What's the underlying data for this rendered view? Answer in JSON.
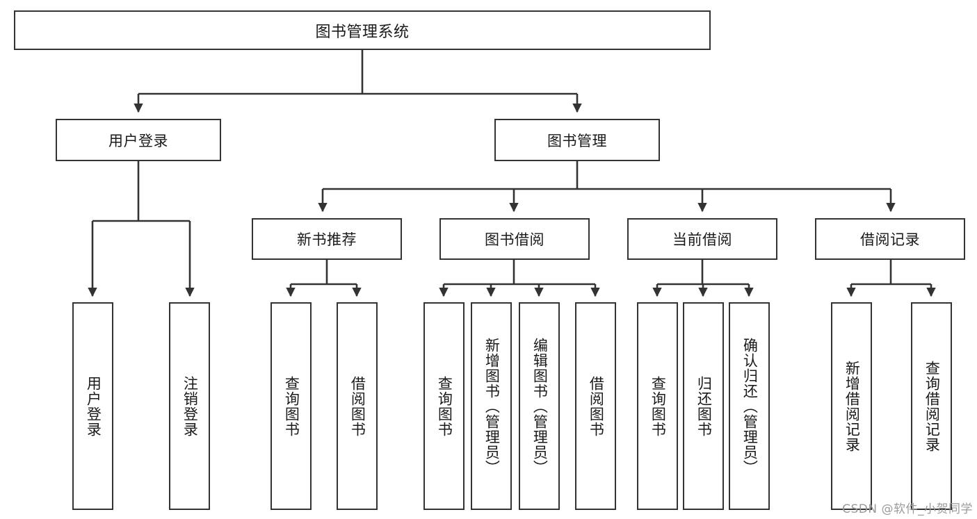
{
  "diagram": {
    "title": "图书管理系统",
    "watermark": "CSDN @软件_小贺同学",
    "nodes": {
      "root": {
        "label": "图书管理系统"
      },
      "level2": [
        {
          "id": "user-login",
          "label": "用户登录"
        },
        {
          "id": "book-manage",
          "label": "图书管理"
        }
      ],
      "level3": [
        {
          "id": "new-book-recommend",
          "label": "新书推荐"
        },
        {
          "id": "book-borrow",
          "label": "图书借阅"
        },
        {
          "id": "current-borrow",
          "label": "当前借阅"
        },
        {
          "id": "borrow-record",
          "label": "借阅记录"
        }
      ],
      "leaves": [
        {
          "id": "leaf-user-login",
          "label": "用户登录"
        },
        {
          "id": "leaf-user-logout",
          "label": "注销登录"
        },
        {
          "id": "leaf-query-book-1",
          "label": "查询图书"
        },
        {
          "id": "leaf-borrow-book-1",
          "label": "借阅图书"
        },
        {
          "id": "leaf-query-book-2",
          "label": "查询图书"
        },
        {
          "id": "leaf-add-book",
          "label": "新增图书（管理员）"
        },
        {
          "id": "leaf-edit-book",
          "label": "编辑图书（管理员）"
        },
        {
          "id": "leaf-borrow-book-2",
          "label": "借阅图书"
        },
        {
          "id": "leaf-query-book-3",
          "label": "查询图书"
        },
        {
          "id": "leaf-return-book",
          "label": "归还图书"
        },
        {
          "id": "leaf-confirm-return",
          "label": "确认归还（管理员）"
        },
        {
          "id": "leaf-add-record",
          "label": "新增借阅记录"
        },
        {
          "id": "leaf-query-record",
          "label": "查询借阅记录"
        }
      ]
    },
    "colors": {
      "stroke": "#333333",
      "fill": "#ffffff",
      "text": "#1a1a1a",
      "watermark": "#9a9a9a"
    }
  }
}
